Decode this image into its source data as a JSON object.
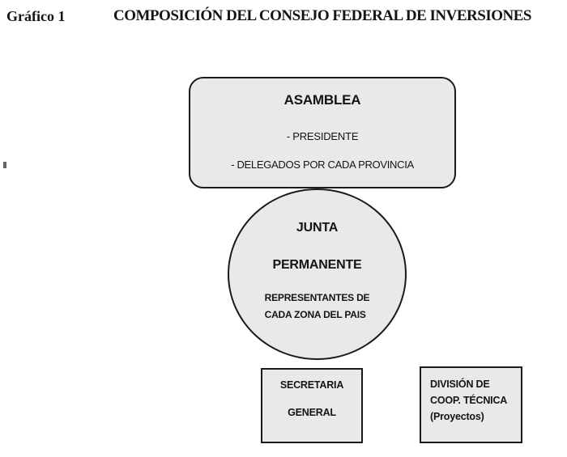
{
  "header": {
    "figure_label": "Gráfico 1",
    "title": "COMPOSICIÓN DEL CONSEJO FEDERAL DE INVERSIONES"
  },
  "diagram": {
    "asamblea": {
      "title": "ASAMBLEA",
      "items": [
        "- PRESIDENTE",
        "- DELEGADOS POR CADA PROVINCIA"
      ]
    },
    "junta_permanente": {
      "title_lines": [
        "JUNTA",
        "PERMANENTE"
      ],
      "subtitle_lines": [
        "REPRESENTANTES DE",
        "CADA ZONA DEL PAIS"
      ]
    },
    "secretaria_general": {
      "lines": [
        "SECRETARIA",
        "GENERAL"
      ]
    },
    "division_coop_tecnica": {
      "lines": [
        "DIVISIÓN DE",
        "COOP. TÉCNICA",
        "(Proyectos)"
      ]
    }
  },
  "colors": {
    "background": "#ffffff",
    "shape_fill": "#e9e9e9",
    "shape_border": "#1b1b1b",
    "text": "#141414"
  }
}
